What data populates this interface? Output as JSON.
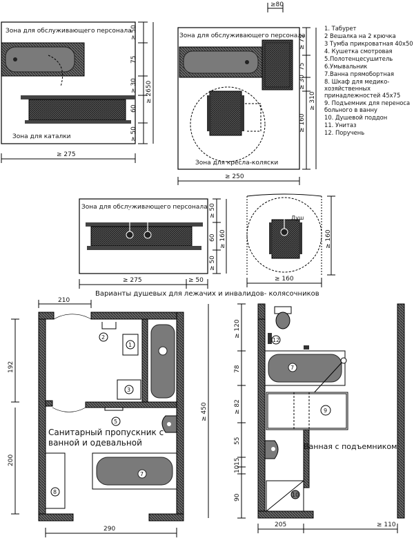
{
  "legend": [
    "1. Табурет",
    "2 Вешалка на 2 крючка",
    "3 Тумба прикроватная 40х50",
    "4. Кушетка смотровая",
    "5.Полотенцесушитель",
    "6.Умывальник",
    "7.Ванна прямобортная",
    "8. Шкаф для медико-",
    "хозяйственных",
    "принадлежностей 45х75",
    "9. Подъемник для переноса",
    "больного в ванну",
    "10. Душевой поддон",
    "11. Унитаз",
    "12. Поручень"
  ],
  "diagram1": {
    "zone_staff": "Зона для обслуживающего персонала",
    "zone_gurney": "Зона для каталки",
    "dims": [
      "≥ 50",
      "75",
      "≥ 30",
      "60",
      "≥ 50",
      "≥ 2650",
      "≥ 275"
    ]
  },
  "diagram2": {
    "zone_staff": "Зона для обслуживающего персонала",
    "zone_wheelchair": "Зона для кресла-коляски",
    "dims": [
      "≥80",
      "≥ 75",
      "75",
      "≥ 30",
      "≥ 160",
      "≥ 310",
      "≥ 250"
    ]
  },
  "diagram3": {
    "zone_staff": "Зона для обслуживающего персонала",
    "dims": [
      "≥ 50",
      "60",
      "≥ 160",
      "≥ 50",
      "≥ 275",
      "≥ 50"
    ]
  },
  "diagram4": {
    "shower_label": "Душ",
    "dims": [
      "≥ 160",
      "≥ 160"
    ]
  },
  "caption_variants": "Варианты душевых для лежачих и инвалидов- колясочников",
  "plan_left": {
    "title_line1": "Санитарный пропускник с",
    "title_line2": "ванной и одевальной",
    "dims": [
      "210",
      "192",
      "200",
      "290"
    ],
    "markers": [
      "1",
      "2",
      "3",
      "5",
      "7",
      "8"
    ]
  },
  "plan_right": {
    "title": "Ванная с подъемником",
    "dims": [
      "≥ 120",
      "78",
      "≥ 82",
      "≥ 450",
      "55",
      "15",
      "10",
      "90",
      "205",
      "≥ 110"
    ],
    "markers": [
      "7",
      "9",
      "10",
      "12"
    ]
  }
}
